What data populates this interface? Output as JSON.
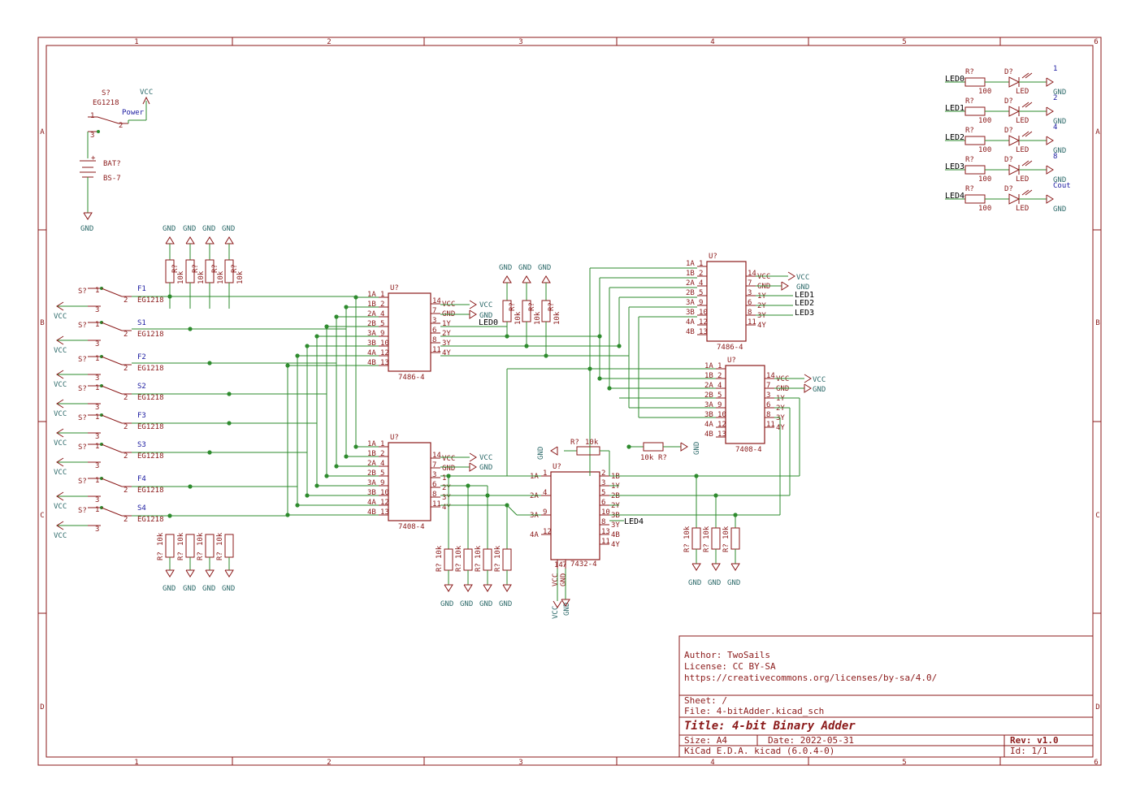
{
  "zones": {
    "cols": [
      "1",
      "2",
      "3",
      "4",
      "5",
      "6"
    ],
    "rows": [
      "A",
      "B",
      "C",
      "D"
    ]
  },
  "title_block": {
    "author": "Author: TwoSails",
    "license": "License: CC BY-SA",
    "url": "https://creativecommons.org/licenses/by-sa/4.0/",
    "sheet": "Sheet: /",
    "file": "File: 4-bitAdder.kicad_sch",
    "title": "Title: 4-bit Binary Adder",
    "size": "Size: A4",
    "date": "Date: 2022-05-31",
    "rev": "Rev: v1.0",
    "tool": "KiCad E.D.A.  kicad (6.0.4-0)",
    "id": "Id: 1/1"
  },
  "power_circuit": {
    "switch_ref": "S?",
    "switch_val": "EG1218",
    "power_label": "Power",
    "vcc": "VCC",
    "bat_ref": "BAT?",
    "bat_val": "BS-7",
    "gnd": "GND",
    "pins": [
      "1",
      "2",
      "3"
    ]
  },
  "inputs": [
    {
      "net": "F1",
      "ref": "S?",
      "val": "EG1218"
    },
    {
      "net": "S1",
      "ref": "S?",
      "val": "EG1218"
    },
    {
      "net": "F2",
      "ref": "S?",
      "val": "EG1218"
    },
    {
      "net": "S2",
      "ref": "S?",
      "val": "EG1218"
    },
    {
      "net": "F3",
      "ref": "S?",
      "val": "EG1218"
    },
    {
      "net": "S3",
      "ref": "S?",
      "val": "EG1218"
    },
    {
      "net": "F4",
      "ref": "S?",
      "val": "EG1218"
    },
    {
      "net": "S4",
      "ref": "S?",
      "val": "EG1218"
    }
  ],
  "leds": [
    {
      "net": "LED0",
      "r_ref": "R?",
      "r_val": "100",
      "d_ref": "D?",
      "d_val": "LED",
      "label": "1"
    },
    {
      "net": "LED1",
      "r_ref": "R?",
      "r_val": "100",
      "d_ref": "D?",
      "d_val": "LED",
      "label": "2"
    },
    {
      "net": "LED2",
      "r_ref": "R?",
      "r_val": "100",
      "d_ref": "D?",
      "d_val": "LED",
      "label": "4"
    },
    {
      "net": "LED3",
      "r_ref": "R?",
      "r_val": "100",
      "d_ref": "D?",
      "d_val": "LED",
      "label": "8"
    },
    {
      "net": "LED4",
      "r_ref": "R?",
      "r_val": "100",
      "d_ref": "D?",
      "d_val": "LED",
      "label": "Cout"
    }
  ],
  "ics": {
    "xor1": {
      "ref": "U?",
      "val": "7486-4"
    },
    "and1": {
      "ref": "U?",
      "val": "7408-4"
    },
    "xor2": {
      "ref": "U?",
      "val": "7486-4"
    },
    "and2": {
      "ref": "U?",
      "val": "7408-4"
    },
    "or1": {
      "ref": "U?",
      "val": "7432-4"
    }
  },
  "gate_pins_left": [
    {
      "name": "1A",
      "num": "1"
    },
    {
      "name": "1B",
      "num": "2"
    },
    {
      "name": "2A",
      "num": "4"
    },
    {
      "name": "2B",
      "num": "5"
    },
    {
      "name": "3A",
      "num": "9"
    },
    {
      "name": "3B",
      "num": "10"
    },
    {
      "name": "4A",
      "num": "12"
    },
    {
      "name": "4B",
      "num": "13"
    }
  ],
  "gate_pins_right": [
    {
      "name": "VCC",
      "num": "14"
    },
    {
      "name": "GND",
      "num": "7"
    },
    {
      "name": "1Y",
      "num": "3"
    },
    {
      "name": "2Y",
      "num": "6"
    },
    {
      "name": "3Y",
      "num": "8"
    },
    {
      "name": "4Y",
      "num": "11"
    }
  ],
  "or_pins_left": [
    {
      "name": "1A",
      "num": "1"
    },
    {
      "name": "2A",
      "num": "4"
    },
    {
      "name": "3A",
      "num": "9"
    },
    {
      "name": "4A",
      "num": "12"
    }
  ],
  "or_pins_right": [
    {
      "name": "1B",
      "num": "2"
    },
    {
      "name": "1Y",
      "num": "3"
    },
    {
      "name": "2B",
      "num": "5"
    },
    {
      "name": "2Y",
      "num": "6"
    },
    {
      "name": "3B",
      "num": "10"
    },
    {
      "name": "3Y",
      "num": "8"
    },
    {
      "name": "4B",
      "num": "13"
    },
    {
      "name": "4Y",
      "num": "11"
    }
  ],
  "nets": {
    "vcc": "VCC",
    "gnd": "GND",
    "led0": "LED0",
    "led1": "LED1",
    "led2": "LED2",
    "led3": "LED3",
    "led4": "LED4"
  },
  "resistor": {
    "ref": "R?",
    "val": "10k"
  },
  "colors": {
    "frame": "#8b1a1a",
    "wire": "#2e8b2e",
    "net_label": "#1a1aa0",
    "power": "#2e6b6b"
  }
}
